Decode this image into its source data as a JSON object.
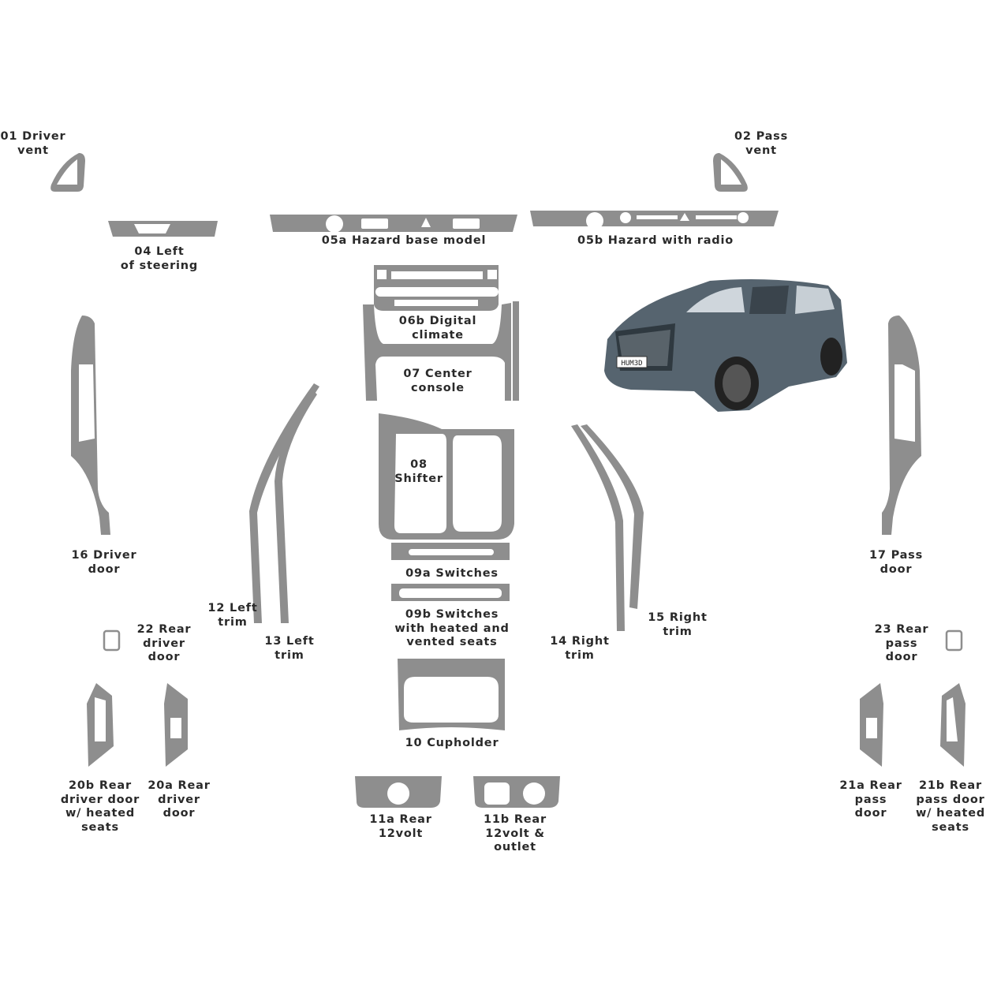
{
  "colors": {
    "part": "#8e8e8e",
    "label": "#2a2a2a",
    "background": "#ffffff",
    "car_body": "#56646f"
  },
  "car_image": {
    "plate_text": "HUM3D"
  },
  "labels": {
    "p01": [
      "01 Driver",
      "vent"
    ],
    "p02": [
      "02 Pass",
      "vent"
    ],
    "p04": [
      "04 Left",
      "of steering"
    ],
    "p05a": [
      "05a Hazard base model"
    ],
    "p05b": [
      "05b Hazard with radio"
    ],
    "p06b": [
      "06b Digital",
      "climate"
    ],
    "p07": [
      "07 Center",
      "console"
    ],
    "p08": [
      "08",
      "Shifter"
    ],
    "p09a": [
      "09a Switches"
    ],
    "p09b": [
      "09b Switches",
      "with heated and",
      "vented seats"
    ],
    "p10": [
      "10 Cupholder"
    ],
    "p11a": [
      "11a Rear",
      "12volt"
    ],
    "p11b": [
      "11b Rear",
      "12volt &",
      "outlet"
    ],
    "p12": [
      "12 Left",
      "trim"
    ],
    "p13": [
      "13 Left",
      "trim"
    ],
    "p14": [
      "14 Right",
      "trim"
    ],
    "p15": [
      "15 Right",
      "trim"
    ],
    "p16": [
      "16 Driver",
      "door"
    ],
    "p17": [
      "17 Pass",
      "door"
    ],
    "p20a": [
      "20a Rear",
      "driver",
      "door"
    ],
    "p20b": [
      "20b Rear",
      "driver door",
      "w/ heated",
      "seats"
    ],
    "p21a": [
      "21a Rear",
      "pass",
      "door"
    ],
    "p21b": [
      "21b Rear",
      "pass door",
      "w/ heated",
      "seats"
    ],
    "p22": [
      "22 Rear",
      "driver",
      "door"
    ],
    "p23": [
      "23 Rear",
      "pass",
      "door"
    ]
  }
}
